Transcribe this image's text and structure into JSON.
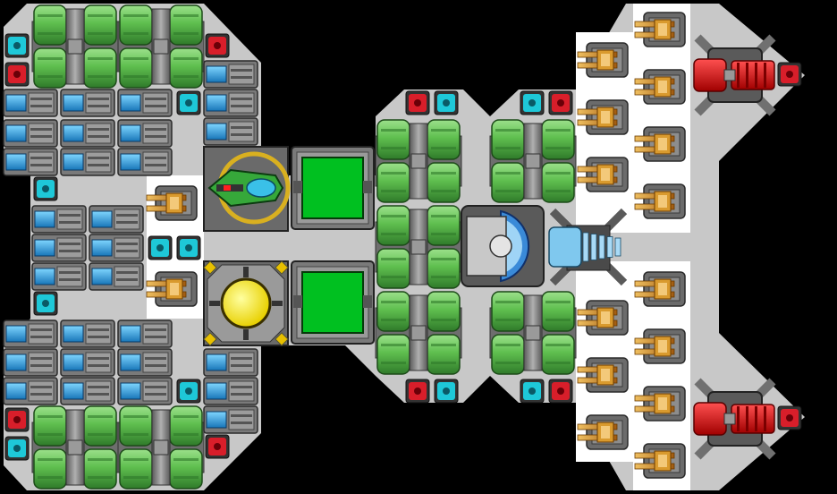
{
  "scene": {
    "title": "",
    "background_color": "#000000",
    "hull_color": "#c8c8c8",
    "hull_light_color": "#ffffff"
  },
  "palette": {
    "tank_green": "#5fbf4f",
    "tank_green_dark": "#2f7a2a",
    "pipe_gray": "#8a8a8a",
    "battery_blue": "#2aa8e6",
    "cyan_light": "#1ec8d8",
    "red_light": "#d81e2a",
    "turret_orange": "#d99a2e",
    "reactor_yellow": "#ffef1a",
    "screen_green": "#00c020",
    "engine_blue": "#7fc8ee",
    "cannon_red": "#e01010"
  },
  "modules": {
    "fuel_tank": "fuel-tank-module",
    "battery": "battery-module",
    "light_cyan": "cyan-light-module",
    "light_red": "red-light-module",
    "turret": "autocannon-turret",
    "reactor": "reactor-core",
    "cockpit": "cockpit-module",
    "screen": "green-screen-module",
    "cannon": "heavy-red-cannon",
    "engine": "ion-thruster",
    "bridge": "bridge-dome"
  }
}
